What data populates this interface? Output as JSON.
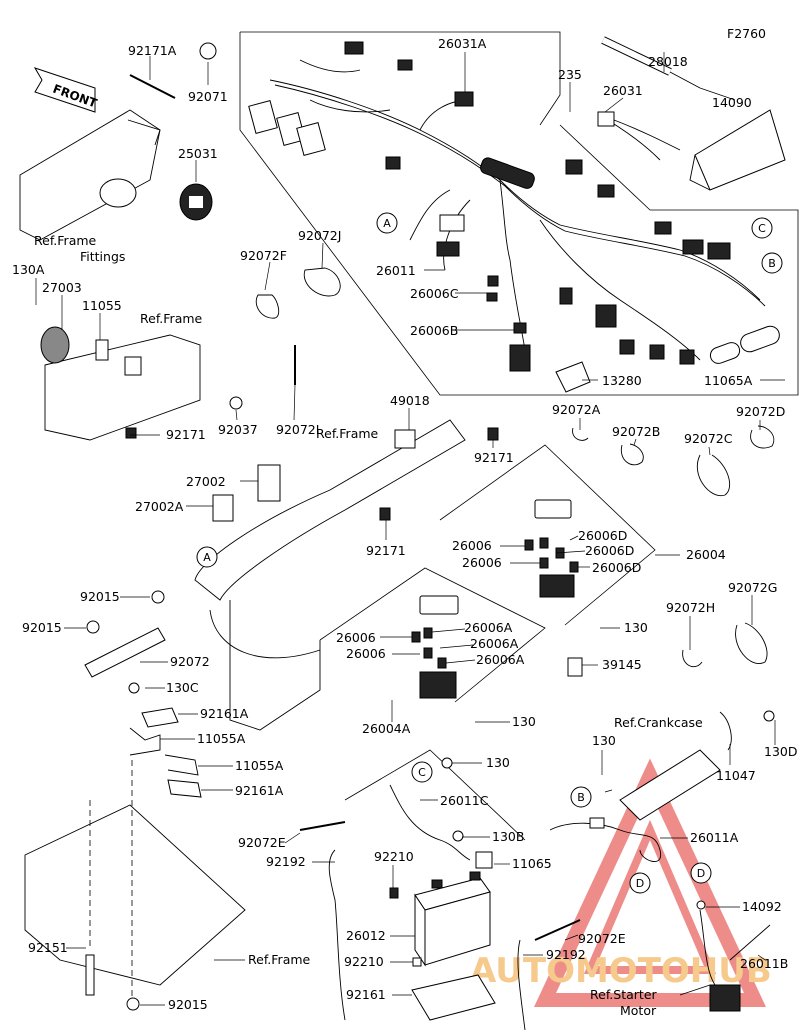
{
  "diagram_id": "F2760",
  "direction_label": "FRONT",
  "references": {
    "frame_fittings": "Ref.Frame Fittings",
    "frame": "Ref.Frame",
    "crankcase": "Ref.Crankcase",
    "starter_motor": "Ref.Starter Motor"
  },
  "watermark": "AUTOMOTOHUB",
  "callouts": [
    "A",
    "B",
    "C",
    "D"
  ],
  "parts": {
    "p92171A": "92171A",
    "p92071": "92071",
    "p25031": "25031",
    "p130A": "130A",
    "p27003": "27003",
    "p11055": "11055",
    "p92072F": "92072F",
    "p92072J": "92072J",
    "p92037": "92037",
    "p92072I": "92072I",
    "p92171": "92171",
    "p26031A": "26031A",
    "p235": "235",
    "p28018": "28018",
    "p14090": "14090",
    "p26031": "26031",
    "p26011": "26011",
    "p26006C": "26006C",
    "p26006B": "26006B",
    "p13280": "13280",
    "p11065A": "11065A",
    "p49018": "49018",
    "p27002": "27002",
    "p27002A": "27002A",
    "p92072A": "92072A",
    "p92072B": "92072B",
    "p92072C": "92072C",
    "p92072D": "92072D",
    "p26006": "26006",
    "p26006D": "26006D",
    "p26004": "26004",
    "p130": "130",
    "p92072H": "92072H",
    "p92072G": "92072G",
    "p26006A": "26006A",
    "p39145": "39145",
    "p26004A": "26004A",
    "p92015": "92015",
    "p92072": "92072",
    "p130C": "130C",
    "p92161A": "92161A",
    "p11055A": "11055A",
    "p130D": "130D",
    "p11047": "11047",
    "p26011C": "26011C",
    "p130B": "130B",
    "p11065": "11065",
    "p26011A": "26011A",
    "p92072E": "92072E",
    "p92192": "92192",
    "p92210": "92210",
    "p26012": "26012",
    "p14092": "14092",
    "p26011B": "26011B",
    "p92161": "92161",
    "p92151": "92151"
  }
}
